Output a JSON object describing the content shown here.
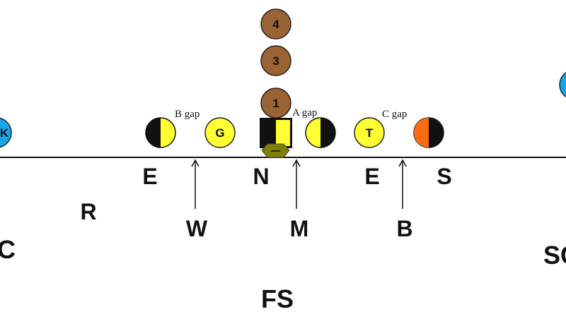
{
  "backfield": {
    "b4": "4",
    "b3": "3",
    "b1": "1"
  },
  "line": {
    "guard": "G",
    "tackle": "T",
    "edge_cut": "K"
  },
  "gaps": {
    "b": "B gap",
    "a": "A gap",
    "c": "C gap"
  },
  "defense": {
    "e_left": "E",
    "n": "N",
    "e_right": "E",
    "s": "S",
    "r": "R",
    "w": "W",
    "m": "M",
    "b": "B",
    "c_left": "C",
    "sc_right": "SC",
    "fs": "FS"
  },
  "colors": {
    "line": "#111111",
    "yellow": "#ffff33",
    "brown": "#9a6334",
    "orange": "#ff6a13",
    "blue": "#1aa6e6",
    "center_olive": "#808000"
  }
}
